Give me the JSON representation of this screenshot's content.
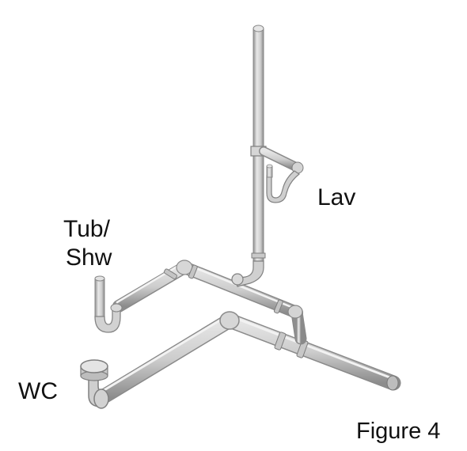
{
  "labels": {
    "lav": "Lav",
    "tub_line1": "Tub/",
    "tub_line2": "Shw",
    "wc": "WC",
    "figure": "Figure 4"
  },
  "colors": {
    "pipe_fill": "#d4d4d4",
    "pipe_dark": "#8a8a8a",
    "pipe_light": "#efefef",
    "text": "#111111",
    "background": "#ffffff"
  }
}
